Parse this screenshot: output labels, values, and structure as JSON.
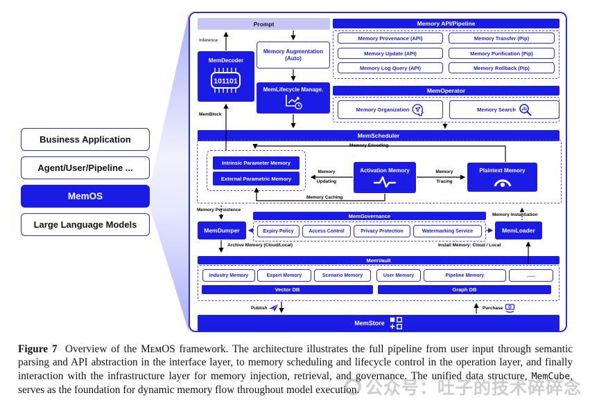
{
  "colors": {
    "primary_blue": "#1b1be6",
    "prompt_bg": "#c5c6f6",
    "box_border_blue": "#2a2ae0",
    "watermark_gray": "#8a8a8a"
  },
  "stack": {
    "business": "Business Application",
    "agent": "Agent/User/Pipeline ...",
    "memos": "MemOS",
    "llm": "Large Language Models"
  },
  "top": {
    "prompt": "Prompt",
    "inference": "Inference",
    "memdecoder": "MemDecoder",
    "chip": "101101",
    "memblock": "MemBlock",
    "mem_aug": "Memory Augmentation",
    "mem_aug_sub": "(Auto)",
    "lifecycle": "MemLifecycle Manage."
  },
  "api": {
    "title": "Memory API/Pipeline",
    "items": [
      "Memory Provenance   (API)",
      "Memory Transfer  (Pip)",
      "Memory Update  (API)",
      "Memory Purification  (Pip)",
      "Memory Log Query  (API)",
      "Memory Rollback  (Pip)"
    ]
  },
  "operator": {
    "title": "MemOperator",
    "organization": "Memory Organization",
    "search": "Memory Search"
  },
  "scheduler": {
    "title": "MemScheduler",
    "intrinsic": "Intrinsic Parameter Memory",
    "external": "External Parametric Memory",
    "activation": "Activation Memory",
    "plaintext": "Plaintext Memory",
    "encoding": "Memory Encoding",
    "updating_1": "Memory",
    "updating_2": "Updating",
    "tracing_1": "Memory",
    "tracing_2": "Tracing",
    "caching": "Memory Caching"
  },
  "governance": {
    "title": "MemGovernance",
    "dumper": "MemDumper",
    "loader": "MemLoader",
    "persistence": "Memory Persistence",
    "instantiation": "Memory Instantiation",
    "archive": "Archive Memory (Cloud/Local)",
    "install": "Install Memory: Cloud / Local",
    "items": [
      "Expiry Policy",
      "Access Control",
      "Privacy Protection",
      "Watermarking Service"
    ]
  },
  "vault": {
    "title": "MemVault",
    "items": [
      "Industry Memory",
      "Expert Memory",
      "Scenario Memory",
      "User Memory",
      "Pipeline Memory",
      "......"
    ],
    "vector_db": "Vector DB",
    "graph_db": "Graph DB"
  },
  "store": {
    "title": "MemStore",
    "publish": "Publish",
    "purchase": "Purchase"
  },
  "icons": {
    "memdecoder": "chip-icon",
    "lifecycle": "chart-clock-icon",
    "organization": "head-network-icon",
    "search": "magnifier-bars-icon",
    "activation": "pulse-waveform-icon",
    "plaintext": "arc-dot-icon",
    "store": "grid-plus-icon",
    "publish": "paper-plane-icon",
    "purchase": "hand-money-icon"
  },
  "caption": {
    "figure": "Figure 7",
    "part1": "Overview of the ",
    "memos": "MᴇᴍOS",
    "part2": " framework. The architecture illustrates the full pipeline from user input through semantic parsing and API abstraction in the interface layer, to memory scheduling and lifecycle control in the operation layer, and finally interaction with the infrastructure layer for memory injection, retrieval, and governance. The unified data structure, ",
    "memcube": "MemCube",
    "part3": ", serves as the foundation for dynamic memory flow throughout model execution."
  },
  "watermark": {
    "text": "公众号：吐子的技术碎碎念"
  }
}
